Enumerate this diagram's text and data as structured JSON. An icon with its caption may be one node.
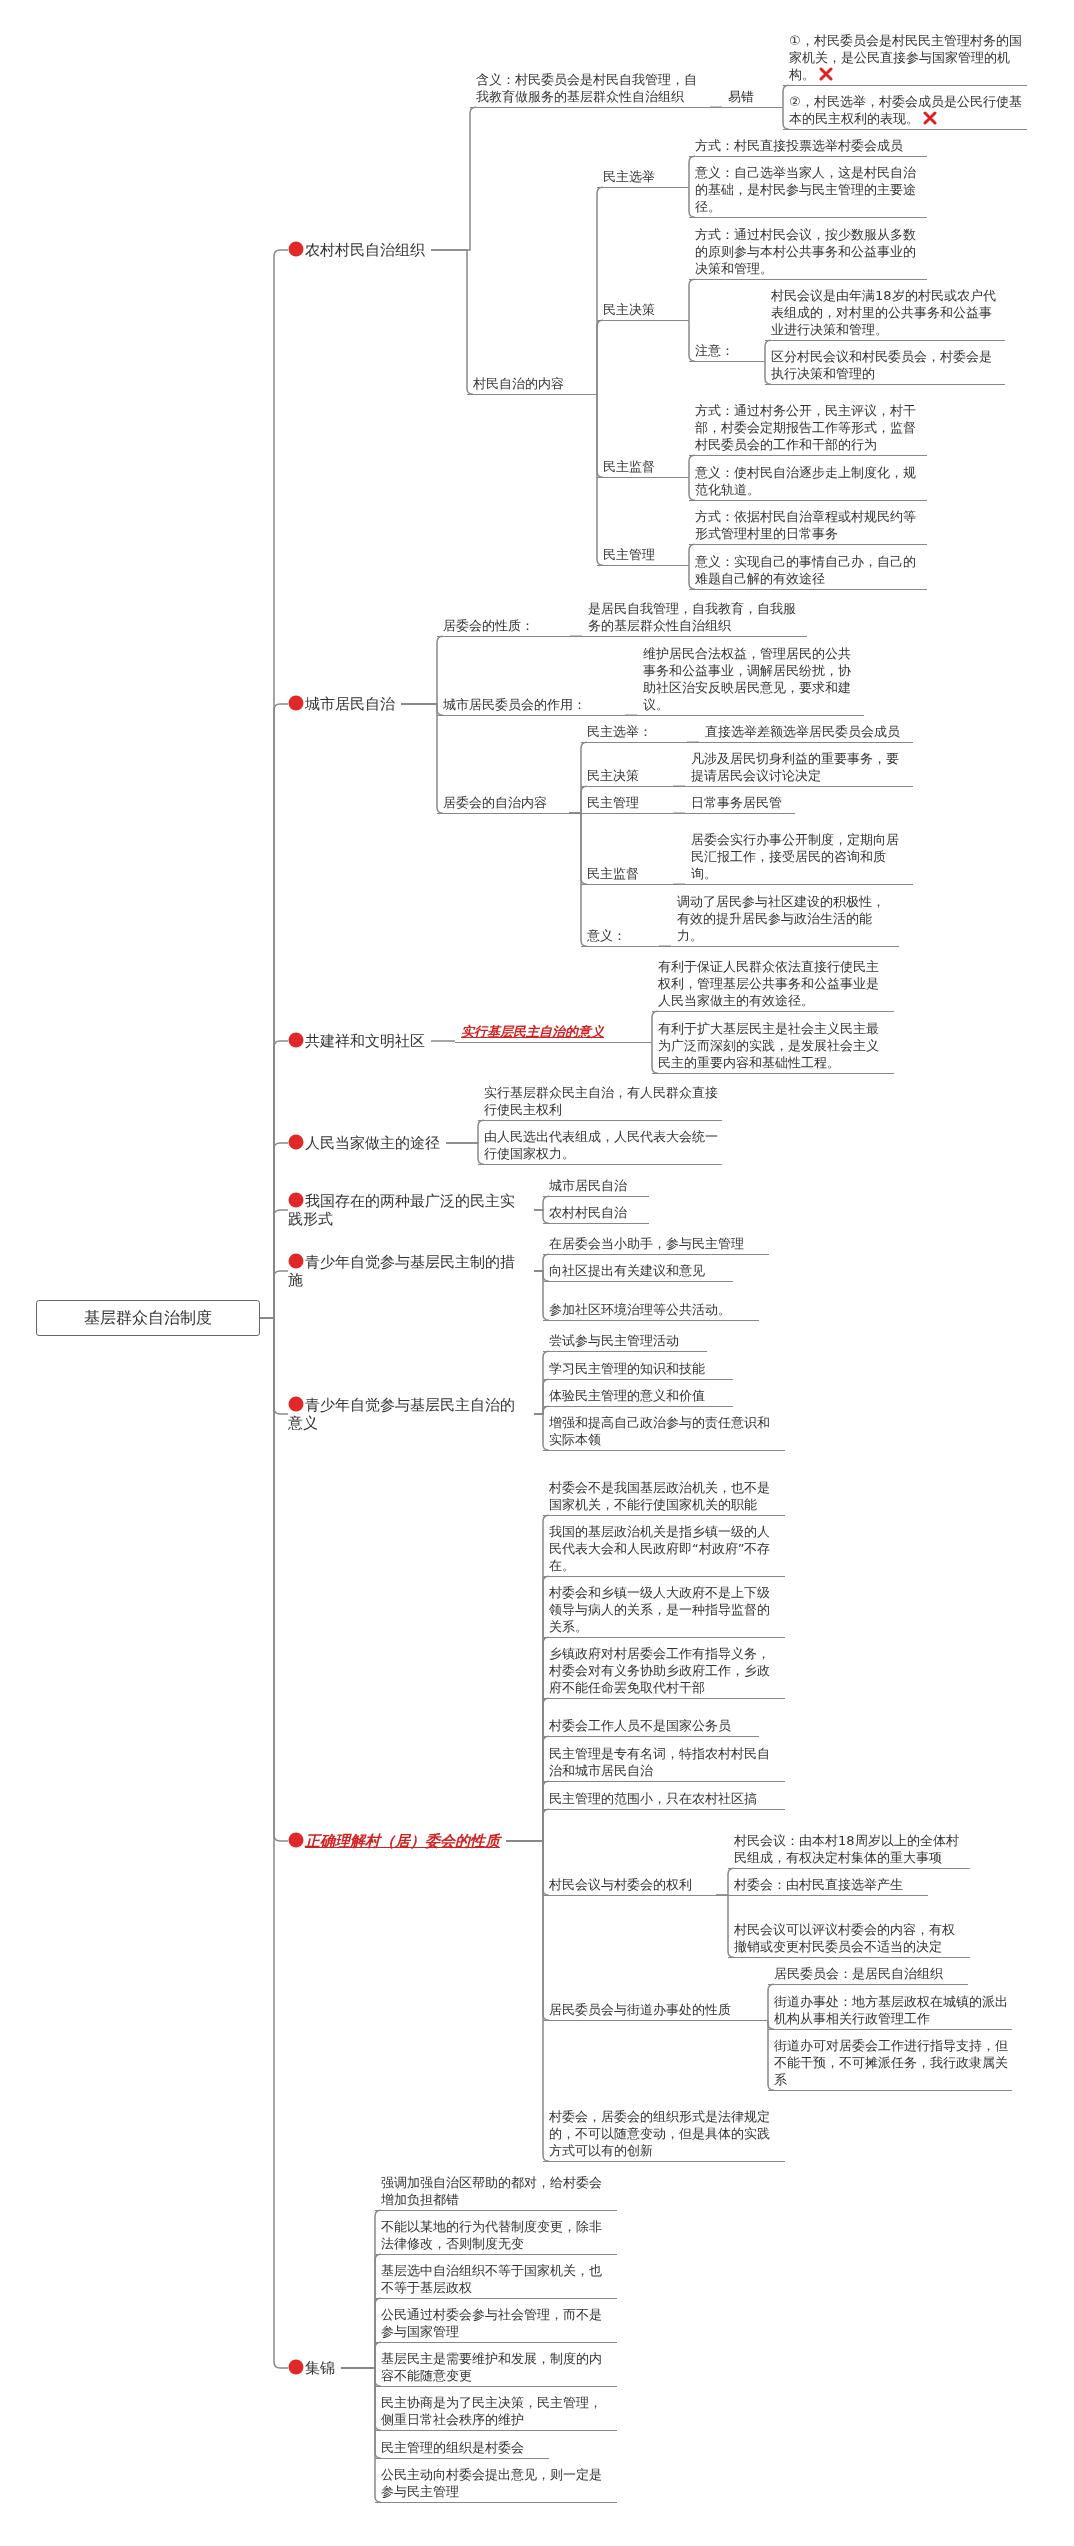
{
  "diagram": {
    "nodes": [
      {
        "text": [
          "基层群众自治制度"
        ]
      },
      {
        "text": [
          "农村村民自治组织"
        ]
      },
      {
        "text": [
          "含义：村民委员会是村民自我管理，自我教育做服务的基层群众性自治组织"
        ]
      },
      {
        "text": [
          "易错"
        ]
      },
      {
        "text": [
          "①，村民委员会是村民民主管理村务的国家机关，是公民直接参与国家管理的机构。"
        ]
      },
      {
        "text": [
          "②，村民选举，村委会成员是公民行使基本的民主权利的表现。"
        ]
      },
      {
        "text": [
          "村民自治的内容"
        ]
      },
      {
        "text": [
          "民主选举"
        ]
      },
      {
        "text": [
          "方式：村民直接投票选举村委会成员"
        ]
      },
      {
        "text": [
          "意义：自己选举当家人，这是村民自治的基础，是村民参与民主管理的主要途径。"
        ]
      },
      {
        "text": [
          "民主决策"
        ]
      },
      {
        "text": [
          "方式：通过村民会议，按少数服从多数的原则参与本村公共事务和公益事业的决策和管理。"
        ]
      },
      {
        "text": [
          "注意："
        ]
      },
      {
        "text": [
          "村民会议是由年满18岁的村民或农户代表组成的，对村里的公共事务和公益事业进行决策和管理。"
        ]
      },
      {
        "text": [
          "区分村民会议和村民委员会，村委会是执行决策和管理的"
        ]
      },
      {
        "text": [
          "民主监督"
        ]
      },
      {
        "text": [
          "方式：通过村务公开，民主评议，村干部，村委会定期报告工作等形式，监督村民委员会的工作和干部的行为"
        ]
      },
      {
        "text": [
          "意义：使村民自治逐步走上制度化，规范化轨道。"
        ]
      },
      {
        "text": [
          "民主管理"
        ]
      },
      {
        "text": [
          "方式：依据村民自治章程或村规民约等形式管理村里的日常事务"
        ]
      },
      {
        "text": [
          "意义：实现自己的事情自己办，自己的难题自己解的有效途径"
        ]
      },
      {
        "text": [
          "城市居民自治"
        ]
      },
      {
        "text": [
          "居委会的性质："
        ]
      },
      {
        "text": [
          "是居民自我管理，自我教育，自我服务的基层群众性自治组织"
        ]
      },
      {
        "text": [
          "城市居民委员会的作用："
        ]
      },
      {
        "text": [
          "维护居民合法权益，管理居民的公共事务和公益事业，调解居民纷扰，协助社区治安反映居民意见，要求和建议。"
        ]
      },
      {
        "text": [
          "居委会的自治内容"
        ]
      },
      {
        "text": [
          "民主选举："
        ]
      },
      {
        "text": [
          "直接选举差额选举居民委员会成员"
        ]
      },
      {
        "text": [
          "民主决策"
        ]
      },
      {
        "text": [
          "凡涉及居民切身利益的重要事务，要提请居民会议讨论决定"
        ]
      },
      {
        "text": [
          "民主管理"
        ]
      },
      {
        "text": [
          "日常事务居民管"
        ]
      },
      {
        "text": [
          "民主监督"
        ]
      },
      {
        "text": [
          "居委会实行办事公开制度，定期向居民汇报工作，接受居民的咨询和质询。"
        ]
      },
      {
        "text": [
          "意义："
        ]
      },
      {
        "text": [
          "调动了居民参与社区建设的积极性，有效的提升居民参与政治生活的能力。"
        ]
      },
      {
        "text": [
          "共建祥和文明社区"
        ]
      },
      {
        "text": [
          "实行基层民主自治的意义"
        ]
      },
      {
        "text": [
          "有利于保证人民群众依法直接行使民主权利，管理基层公共事务和公益事业是人民当家做主的有效途径。"
        ]
      },
      {
        "text": [
          "有利于扩大基层民主是社会主义民主最为广泛而深刻的实践，是发展社会主义民主的重要内容和基础性工程。"
        ]
      },
      {
        "text": [
          "人民当家做主的途径"
        ]
      },
      {
        "text": [
          "实行基层群众民主自治，有人民群众直接行使民主权利"
        ]
      },
      {
        "text": [
          "由人民选出代表组成，人民代表大会统一行使国家权力。"
        ]
      },
      {
        "text": [
          "我国存在的两种最广泛的民主实践形式"
        ]
      },
      {
        "text": [
          "城市居民自治"
        ]
      },
      {
        "text": [
          "农村村民自治"
        ]
      },
      {
        "text": [
          "青少年自觉参与基层民主制的措施"
        ]
      },
      {
        "text": [
          "在居委会当小助手，参与民主管理"
        ]
      },
      {
        "text": [
          "向社区提出有关建议和意见"
        ]
      },
      {
        "text": [
          "参加社区环境治理等公共活动。"
        ]
      },
      {
        "text": [
          "青少年自觉参与基层民主自治的意义"
        ]
      },
      {
        "text": [
          "尝试参与民主管理活动"
        ]
      },
      {
        "text": [
          "学习民主管理的知识和技能"
        ]
      },
      {
        "text": [
          "体验民主管理的意义和价值"
        ]
      },
      {
        "text": [
          "增强和提高自己政治参与的责任意识和实际本领"
        ]
      },
      {
        "text": [
          "正确理解村（居）委会的性质"
        ]
      },
      {
        "text": [
          "村委会不是我国基层政治机关，也不是国家机关，不能行使国家机关的职能"
        ]
      },
      {
        "text": [
          "我国的基层政治机关是指乡镇一级的人民代表大会和人民政府即“村政府”不存在。"
        ]
      },
      {
        "text": [
          "村委会和乡镇一级人大政府不是上下级领导与病人的关系，是一种指导监督的关系。"
        ]
      },
      {
        "text": [
          "乡镇政府对村居委会工作有指导义务，村委会对有义务协助乡政府工作，乡政府不能任命罢免取代村干部"
        ]
      },
      {
        "text": [
          "村委会工作人员不是国家公务员"
        ]
      },
      {
        "text": [
          "民主管理是专有名词，特指农村村民自治和城市居民自治"
        ]
      },
      {
        "text": [
          "民主管理的范围小，只在农村社区搞"
        ]
      },
      {
        "text": [
          "村民会议与村委会的权利"
        ]
      },
      {
        "text": [
          "村民会议：由本村18周岁以上的全体村民组成，有权决定村集体的重大事项"
        ]
      },
      {
        "text": [
          "村委会：由村民直接选举产生"
        ]
      },
      {
        "text": [
          "村民会议可以评议村委会的内容，有权撤销或变更村民委员会不适当的决定"
        ]
      },
      {
        "text": [
          "居民委员会与街道办事处的性质"
        ]
      },
      {
        "text": [
          "居民委员会：是居民自治组织"
        ]
      },
      {
        "text": [
          "街道办事处：地方基层政权在城镇的派出机构从事相关行政管理工作"
        ]
      },
      {
        "text": [
          "街道办可对居委会工作进行指导支持，但不能干预，不可摊派任务，我行政隶属关系"
        ]
      },
      {
        "text": [
          "村委会，居委会的组织形式是法律规定的，不可以随意变动，但是具体的实践方式可以有的创新"
        ]
      },
      {
        "text": [
          "集锦"
        ]
      },
      {
        "text": [
          "强调加强自治区帮助的都对，给村委会增加负担都错"
        ]
      },
      {
        "text": [
          "不能以某地的行为代替制度变更，除非法律修改，否则制度无变"
        ]
      },
      {
        "text": [
          "基层选中自治组织不等于国家机关，也不等于基层政权"
        ]
      },
      {
        "text": [
          "公民通过村委会参与社会管理，而不是参与国家管理"
        ]
      },
      {
        "text": [
          "基层民主是需要维护和发展，制度的内容不能随意变更"
        ]
      },
      {
        "text": [
          "民主协商是为了民主决策，民主管理，侧重日常社会秩序的维护"
        ]
      },
      {
        "text": [
          "民主管理的组织是村委会"
        ]
      },
      {
        "text": [
          "公民主动向村委会提出意见，则一定是参与民主管理"
        ]
      }
    ],
    "edges": [
      {
        "from": 0,
        "to": 1,
        "arrow": "none"
      },
      {
        "from": 1,
        "to": 2,
        "arrow": "none"
      },
      {
        "from": 2,
        "to": 3,
        "arrow": "none"
      },
      {
        "from": 3,
        "to": 4,
        "arrow": "none"
      },
      {
        "from": 3,
        "to": 5,
        "arrow": "none"
      },
      {
        "from": 1,
        "to": 6,
        "arrow": "none"
      },
      {
        "from": 6,
        "to": 7,
        "arrow": "none"
      },
      {
        "from": 7,
        "to": 8,
        "arrow": "none"
      },
      {
        "from": 7,
        "to": 9,
        "arrow": "none"
      },
      {
        "from": 6,
        "to": 10,
        "arrow": "none"
      },
      {
        "from": 10,
        "to": 11,
        "arrow": "none"
      },
      {
        "from": 10,
        "to": 12,
        "arrow": "none"
      },
      {
        "from": 12,
        "to": 13,
        "arrow": "none"
      },
      {
        "from": 12,
        "to": 14,
        "arrow": "none"
      },
      {
        "from": 6,
        "to": 15,
        "arrow": "none"
      },
      {
        "from": 15,
        "to": 16,
        "arrow": "none"
      },
      {
        "from": 15,
        "to": 17,
        "arrow": "none"
      },
      {
        "from": 6,
        "to": 18,
        "arrow": "none"
      },
      {
        "from": 18,
        "to": 19,
        "arrow": "none"
      },
      {
        "from": 18,
        "to": 20,
        "arrow": "none"
      },
      {
        "from": 0,
        "to": 21,
        "arrow": "none"
      },
      {
        "from": 21,
        "to": 22,
        "arrow": "none"
      },
      {
        "from": 22,
        "to": 23,
        "arrow": "none"
      },
      {
        "from": 21,
        "to": 24,
        "arrow": "none"
      },
      {
        "from": 24,
        "to": 25,
        "arrow": "none"
      },
      {
        "from": 21,
        "to": 26,
        "arrow": "none"
      },
      {
        "from": 26,
        "to": 27,
        "arrow": "none"
      },
      {
        "from": 27,
        "to": 28,
        "arrow": "none"
      },
      {
        "from": 26,
        "to": 29,
        "arrow": "none"
      },
      {
        "from": 29,
        "to": 30,
        "arrow": "none"
      },
      {
        "from": 26,
        "to": 31,
        "arrow": "none"
      },
      {
        "from": 31,
        "to": 32,
        "arrow": "none"
      },
      {
        "from": 26,
        "to": 33,
        "arrow": "none"
      },
      {
        "from": 33,
        "to": 34,
        "arrow": "none"
      },
      {
        "from": 26,
        "to": 35,
        "arrow": "none"
      },
      {
        "from": 35,
        "to": 36,
        "arrow": "none"
      },
      {
        "from": 0,
        "to": 37,
        "arrow": "none"
      },
      {
        "from": 37,
        "to": 38,
        "arrow": "none"
      },
      {
        "from": 38,
        "to": 39,
        "arrow": "none"
      },
      {
        "from": 38,
        "to": 40,
        "arrow": "none"
      },
      {
        "from": 0,
        "to": 41,
        "arrow": "none"
      },
      {
        "from": 41,
        "to": 42,
        "arrow": "none"
      },
      {
        "from": 41,
        "to": 43,
        "arrow": "none"
      },
      {
        "from": 0,
        "to": 44,
        "arrow": "none"
      },
      {
        "from": 44,
        "to": 45,
        "arrow": "none"
      },
      {
        "from": 44,
        "to": 46,
        "arrow": "none"
      },
      {
        "from": 0,
        "to": 47,
        "arrow": "none"
      },
      {
        "from": 47,
        "to": 48,
        "arrow": "none"
      },
      {
        "from": 47,
        "to": 49,
        "arrow": "none"
      },
      {
        "from": 47,
        "to": 50,
        "arrow": "none"
      },
      {
        "from": 0,
        "to": 51,
        "arrow": "none"
      },
      {
        "from": 51,
        "to": 52,
        "arrow": "none"
      },
      {
        "from": 51,
        "to": 53,
        "arrow": "none"
      },
      {
        "from": 51,
        "to": 54,
        "arrow": "none"
      },
      {
        "from": 51,
        "to": 55,
        "arrow": "none"
      },
      {
        "from": 0,
        "to": 56,
        "arrow": "none"
      },
      {
        "from": 56,
        "to": 57,
        "arrow": "none"
      },
      {
        "from": 56,
        "to": 58,
        "arrow": "none"
      },
      {
        "from": 56,
        "to": 59,
        "arrow": "none"
      },
      {
        "from": 56,
        "to": 60,
        "arrow": "none"
      },
      {
        "from": 56,
        "to": 61,
        "arrow": "none"
      },
      {
        "from": 56,
        "to": 62,
        "arrow": "none"
      },
      {
        "from": 56,
        "to": 63,
        "arrow": "none"
      },
      {
        "from": 56,
        "to": 64,
        "arrow": "none"
      },
      {
        "from": 64,
        "to": 65,
        "arrow": "none"
      },
      {
        "from": 64,
        "to": 66,
        "arrow": "none"
      },
      {
        "from": 64,
        "to": 67,
        "arrow": "none"
      },
      {
        "from": 56,
        "to": 68,
        "arrow": "none"
      },
      {
        "from": 68,
        "to": 69,
        "arrow": "none"
      },
      {
        "from": 68,
        "to": 70,
        "arrow": "none"
      },
      {
        "from": 68,
        "to": 71,
        "arrow": "none"
      },
      {
        "from": 56,
        "to": 72,
        "arrow": "none"
      },
      {
        "from": 0,
        "to": 73,
        "arrow": "none"
      },
      {
        "from": 73,
        "to": 74,
        "arrow": "none"
      },
      {
        "from": 73,
        "to": 75,
        "arrow": "none"
      },
      {
        "from": 73,
        "to": 76,
        "arrow": "none"
      },
      {
        "from": 73,
        "to": 77,
        "arrow": "none"
      },
      {
        "from": 73,
        "to": 78,
        "arrow": "none"
      },
      {
        "from": 73,
        "to": 79,
        "arrow": "none"
      },
      {
        "from": 73,
        "to": 80,
        "arrow": "none"
      },
      {
        "from": 73,
        "to": 81,
        "arrow": "none"
      }
    ]
  }
}
